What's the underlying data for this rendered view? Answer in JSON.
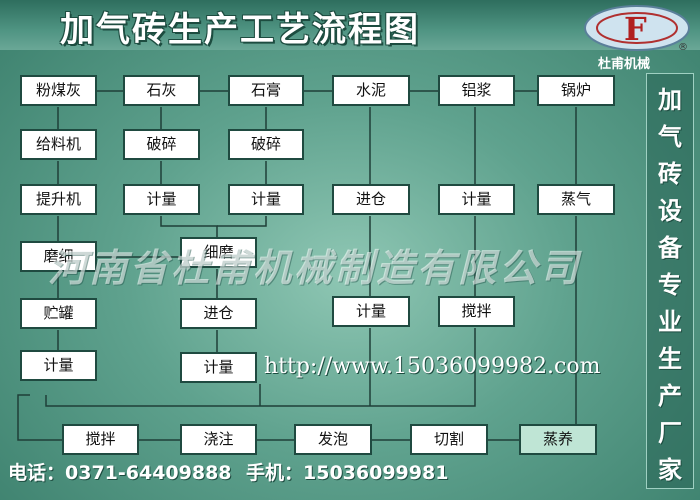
{
  "title": "加气砖生产工艺流程图",
  "logo": {
    "letter": "F",
    "reg_mark": "®",
    "text": "杜甫机械"
  },
  "side_text": [
    "加",
    "气",
    "砖",
    "设",
    "备",
    "专",
    "业",
    "生",
    "产",
    "厂",
    "家"
  ],
  "watermark": "河南省杜甫机械制造有限公司",
  "url": "http://www.15036099982.com",
  "footer": {
    "phone": "电话：0371-64409888",
    "mobile": "手机：15036099981"
  },
  "boxes": {
    "fly_ash": "粉煤灰",
    "lime": "石灰",
    "gypsum": "石膏",
    "cement": "水泥",
    "aluminum_paste": "铝浆",
    "boiler": "锅炉",
    "feeder": "给料机",
    "lime_crush": "破碎",
    "gypsum_crush": "破碎",
    "elevator": "提升机",
    "lime_meter": "计量",
    "gypsum_meter": "计量",
    "cement_silo": "进仓",
    "al_meter": "计量",
    "steam": "蒸气",
    "grind_left": "磨细",
    "grind_fine": "细磨",
    "tank": "贮罐",
    "silo2": "进仓",
    "cement_meter": "计量",
    "stir_al": "搅拌",
    "ash_meter": "计量",
    "meter_mid": "计量",
    "stir": "搅拌",
    "pour": "浇注",
    "foam": "发泡",
    "cut": "切割",
    "cure": "蒸养"
  }
}
